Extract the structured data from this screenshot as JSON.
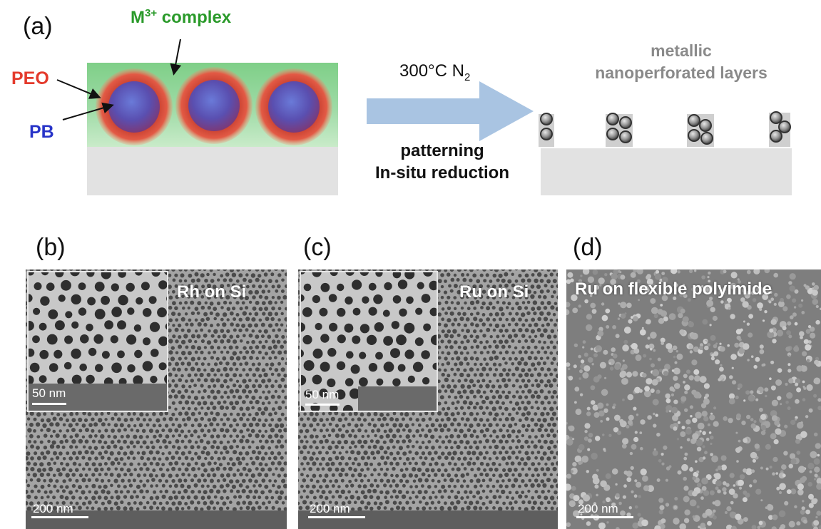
{
  "panel_a": {
    "label": "(a)",
    "m_complex_base": "M",
    "m_complex_sup": "3+",
    "m_complex_rest": " complex",
    "peo": "PEO",
    "pb": "PB",
    "condition_base": "300°C N",
    "condition_sub": "2",
    "process_line1": "patterning",
    "process_line2": "In-situ reduction",
    "result_line1": "metallic",
    "result_line2": "nanoperforated layers"
  },
  "panel_b": {
    "label": "(b)",
    "caption": "Rh on Si",
    "inset_scale": "50 nm",
    "scale": "200 nm"
  },
  "panel_c": {
    "label": "(c)",
    "caption": "Ru on Si",
    "inset_scale": "50 nm",
    "scale": "200 nm"
  },
  "panel_d": {
    "label": "(d)",
    "caption": "Ru on flexible polyimide",
    "scale": "200 nm"
  },
  "colors": {
    "peo": "#e43a2c",
    "pb": "#2733c8",
    "m_complex": "#2a9a2a",
    "arrow": "#a9c4e2",
    "substrate": "#e2e2e2",
    "result_text": "#8a8a8a"
  }
}
